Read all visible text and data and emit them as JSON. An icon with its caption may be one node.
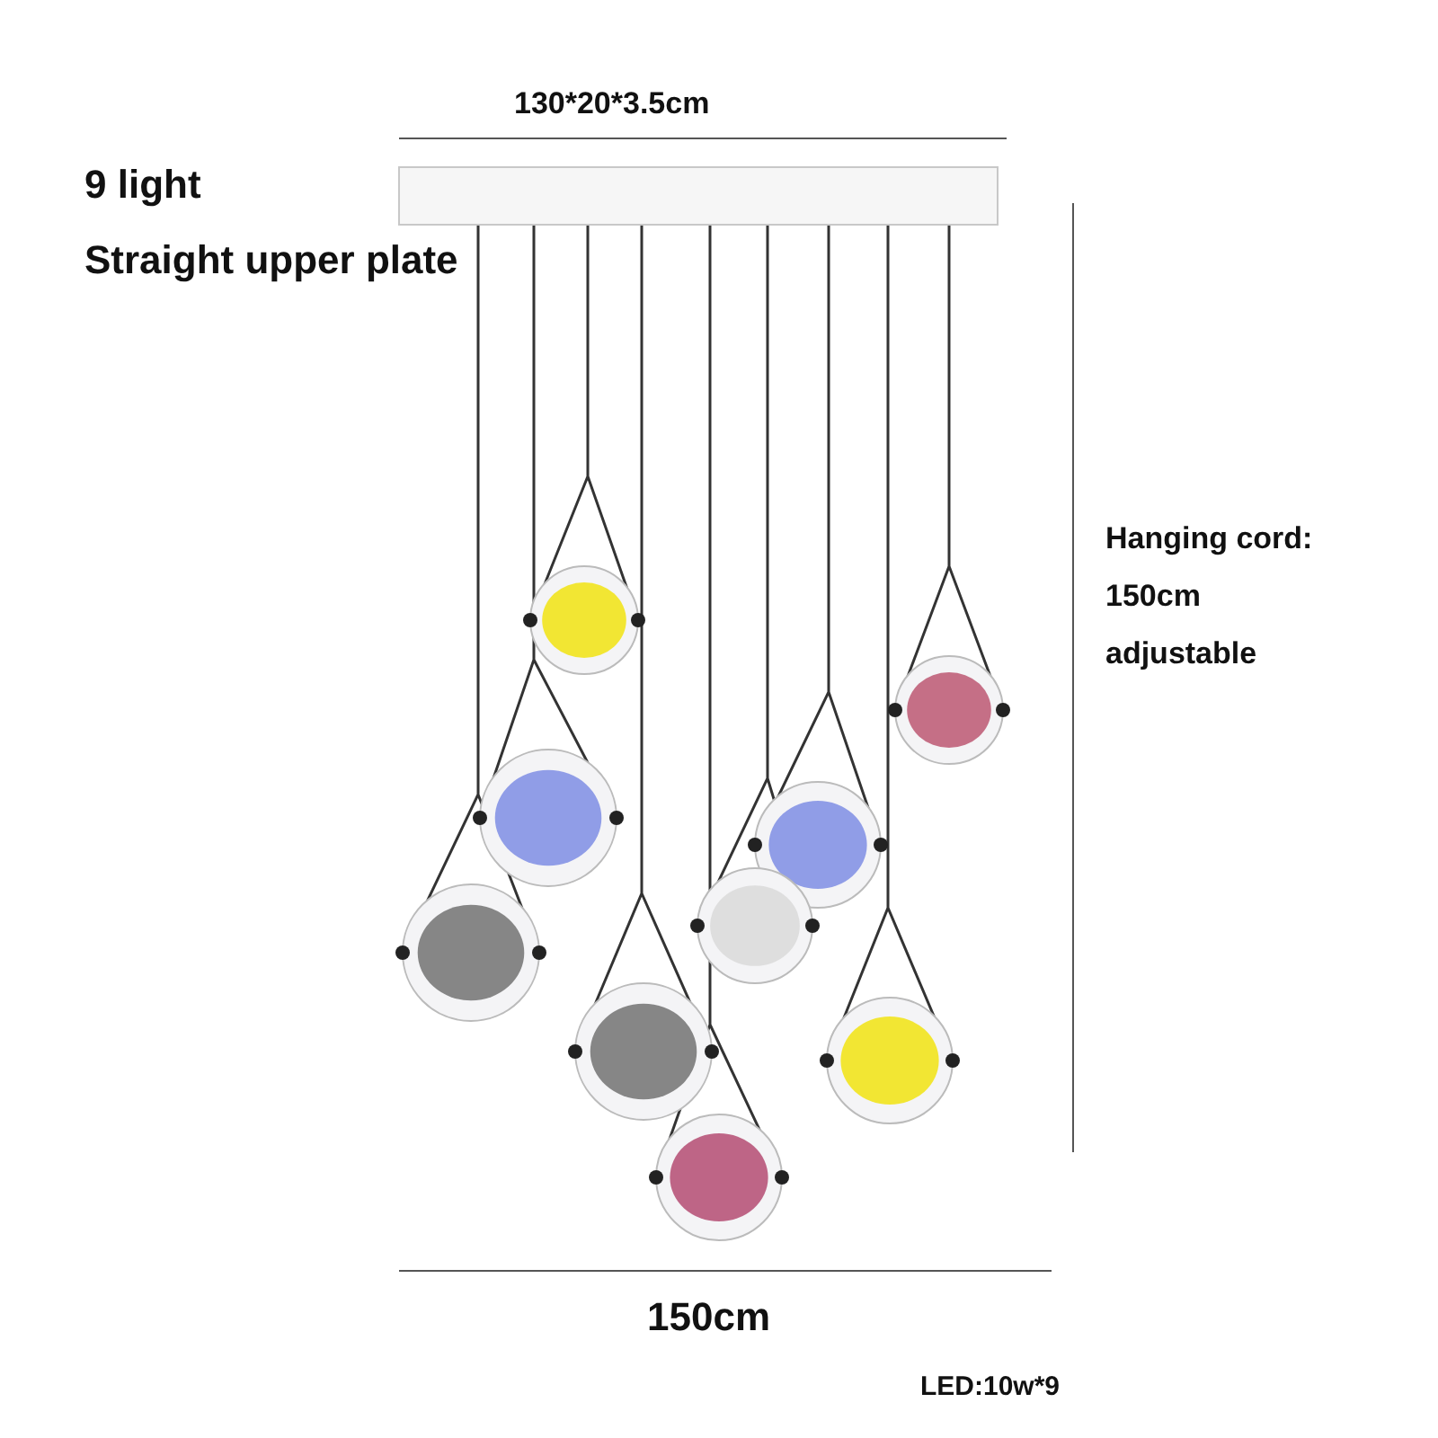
{
  "diagram": {
    "labels": [
      "130*20*3.5cm",
      "9 light",
      "Straight upper plate",
      "Hanging cord: 150cm adjustable",
      "150cm",
      "LED:10w*9"
    ]
  }
}
